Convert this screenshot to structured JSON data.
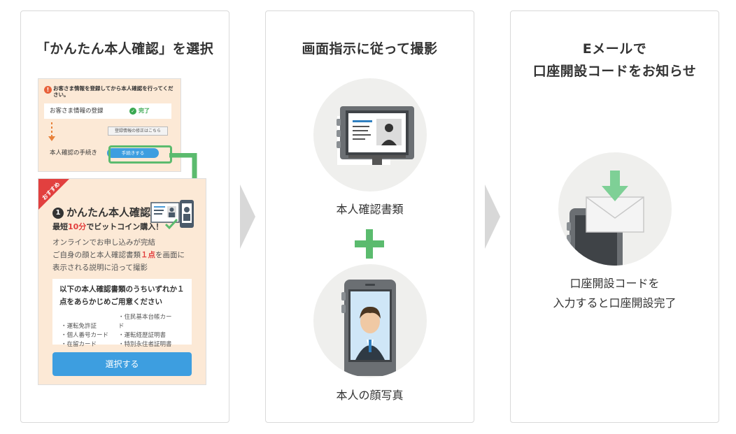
{
  "steps": [
    {
      "title": "「かんたん本人確認」を選択",
      "mock": {
        "notice": "お客さま情報を登録してから本人確認を行ってください。",
        "notice_num": "!",
        "row1_label": "お客さま情報の登録",
        "row1_status": "完了",
        "fix_link": "登録情報の修正はこちら",
        "row2_label": "本人確認の手続き",
        "row2_button": "手続きする",
        "badge": "おすすめ",
        "easy_num": "1",
        "easy_title": "かんたん本人確認",
        "easy_sub_prefix": "最短",
        "easy_sub_highlight": "10分",
        "easy_sub_suffix": "でビットコイン購入！",
        "desc_line1": "オンラインでお申し込みが完結",
        "desc_line2_prefix": "ご自身の顔と本人確認書類",
        "desc_line2_highlight": "１点",
        "desc_line2_suffix": "を画面に",
        "desc_line3": "表示される説明に沿って撮影",
        "docs_title": "以下の本人確認書類のうちいずれか１点をあらかじめご用意ください",
        "docs": [
          "・運転免許証",
          "・住民基本台帳カード",
          "・個人番号カード",
          "・運転経歴証明書",
          "・在留カード",
          "・特別永住者証明書"
        ],
        "select_button": "選択する"
      }
    },
    {
      "title": "画面指示に従って撮影",
      "caption1": "本人確認書類",
      "caption2": "本人の顔写真"
    },
    {
      "title_line1": "Eメールで",
      "title_line2": "口座開設コードをお知らせ",
      "caption_line1": "口座開設コードを",
      "caption_line2": "入力すると口座開設完了"
    }
  ],
  "colors": {
    "accent_green": "#5bbb6e",
    "button_blue": "#3d9ee0",
    "highlight_red": "#e2403f",
    "circle_bg": "#efefed",
    "mock_bg": "#fce9d6"
  }
}
